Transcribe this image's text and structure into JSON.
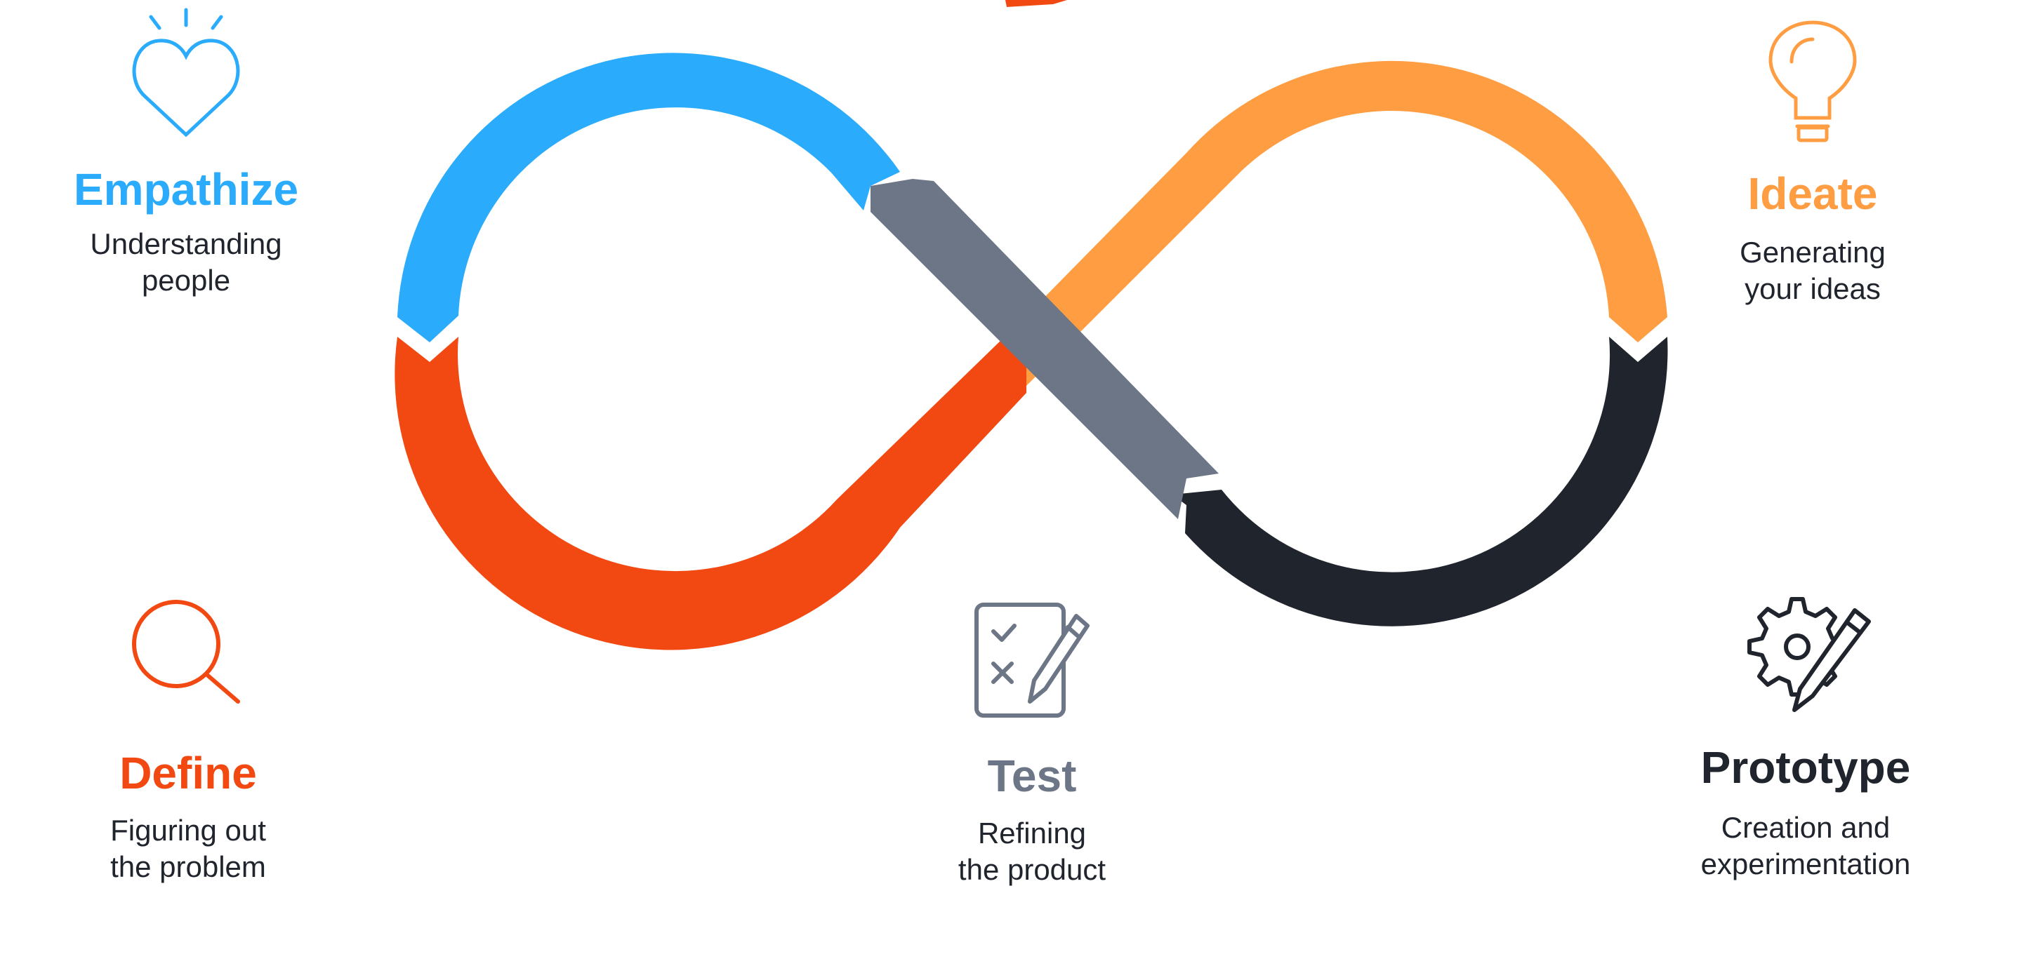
{
  "stages": [
    {
      "id": "empathize",
      "title": "Empathize",
      "line1": "Understanding",
      "line2": "people",
      "color": "#2aabfc",
      "icon": "heart-icon"
    },
    {
      "id": "define",
      "title": "Define",
      "line1": "Figuring out",
      "line2": "the problem",
      "color": "#f24912",
      "icon": "magnifier-icon"
    },
    {
      "id": "ideate",
      "title": "Ideate",
      "line1": "Generating",
      "line2": "your ideas",
      "color": "#fe9d42",
      "icon": "lightbulb-icon"
    },
    {
      "id": "prototype",
      "title": "Prototype",
      "line1": "Creation and",
      "line2": "experimentation",
      "color": "#1f242d",
      "icon": "gear-pencil-icon"
    },
    {
      "id": "test",
      "title": "Test",
      "line1": "Refining",
      "line2": "the product",
      "color": "#6c7686",
      "icon": "checklist-icon"
    }
  ]
}
